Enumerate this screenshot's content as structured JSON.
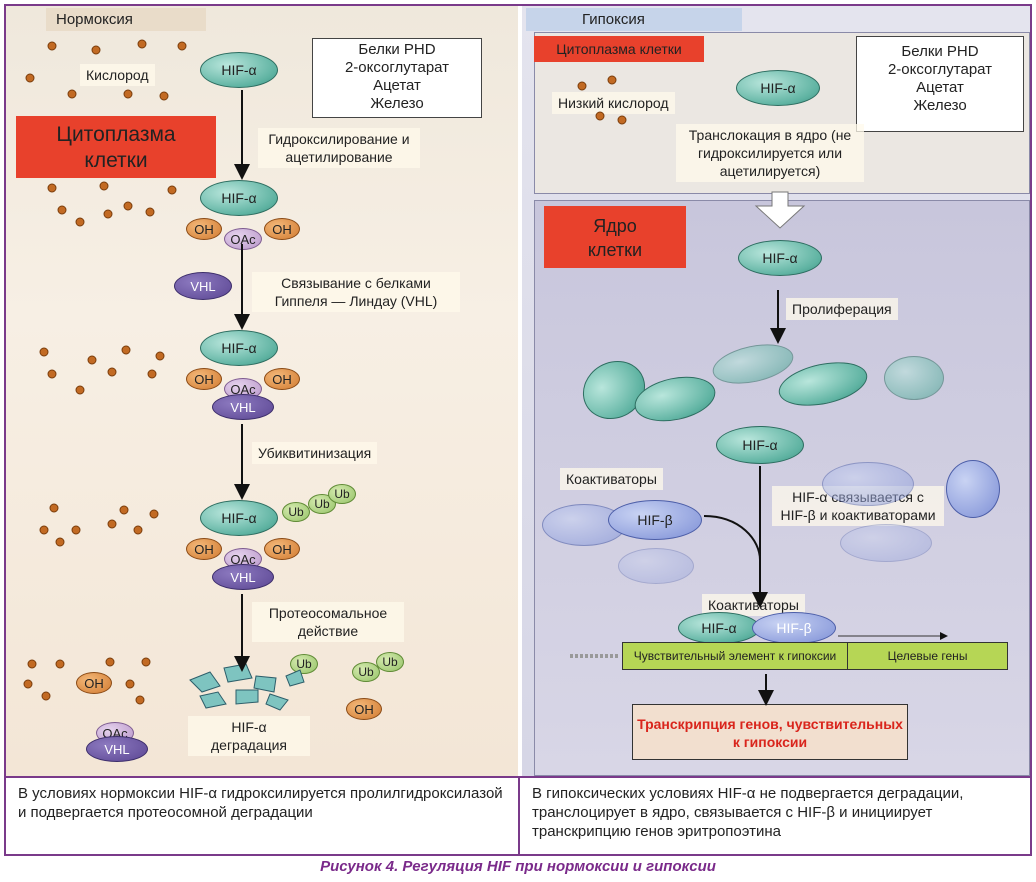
{
  "left": {
    "header": "Нормоксия",
    "box_lines": [
      "Белки PHD",
      "2-оксоглутарат",
      "Ацетат",
      "Железо"
    ],
    "oxygen": "Кислород",
    "cytoplasm": "Цитоплазма клетки",
    "step1": "Гидроксилирование и ацетилирование",
    "step2": "Связывание с белками Гиппеля — Линдау (VHL)",
    "step3": "Убиквитинизация",
    "step4": "Протеосомальное действие",
    "degradation": "HIF-α деградация",
    "hif": "HIF-α",
    "oh": "OH",
    "oac": "OAc",
    "vhl": "VHL",
    "ub": "Ub"
  },
  "right": {
    "header": "Гипоксия",
    "cytoplasm": "Цитоплазма клетки",
    "box_lines": [
      "Белки PHD",
      "2-оксоглутарат",
      "Ацетат",
      "Железо"
    ],
    "low_oxygen": "Низкий кислород",
    "translocation": "Транслокация в ядро (не гидроксилируется или ацетилируется)",
    "nucleus": "Ядро клетки",
    "proliferation": "Пролиферация",
    "coactivators": "Коактиваторы",
    "binding": "HIF-α связывается с HIF-β и коактиваторами",
    "coactivators2": "Коактиваторы",
    "hif_a": "HIF-α",
    "hif_b": "HIF-β",
    "hre": "Чувствительный элемент к гипоксии",
    "target_genes": "Целевые гены",
    "transcription": "Транскрипция генов, чувствительных к гипоксии"
  },
  "captions": {
    "left": "В условиях нормоксии HIF-α гидроксилируется пролилгидроксилазой и подвергается протеосомной деградации",
    "right": "В гипоксических условиях HIF-α не подвергается деградации, транслоцирует в ядро, связывается с HIF-β и инициирует транскрипцию генов эритропоэтина"
  },
  "figure_caption": "Рисунок 4. Регуляция HIF при нормоксии и гипоксии",
  "colors": {
    "frame": "#7a3a8a",
    "red_label": "#e8412c",
    "caption": "#7a2a8a",
    "gene_bar": "#b6d655"
  }
}
